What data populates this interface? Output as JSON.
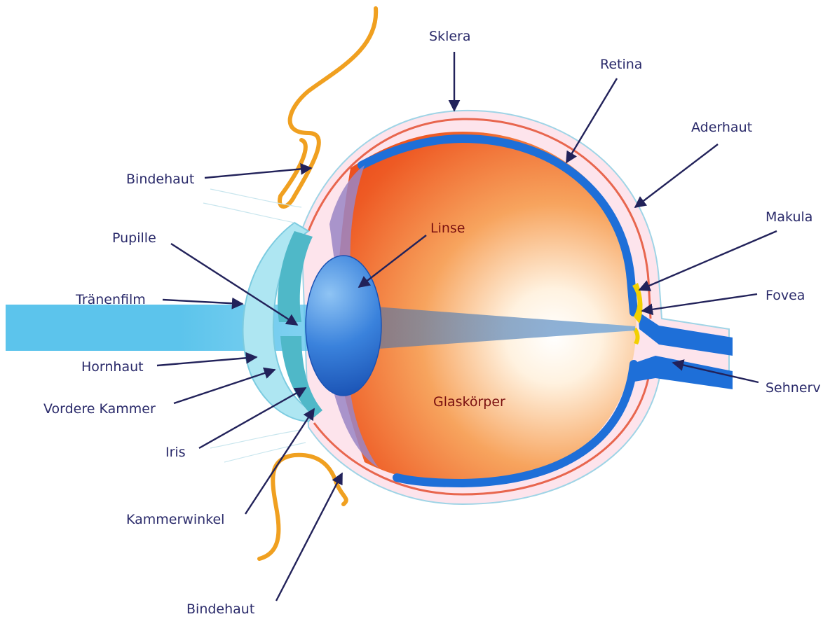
{
  "colors": {
    "label_text": "#2a2a6a",
    "inner_label_text": "#7a1010",
    "arrow": "#22225a",
    "eyelid": "#f0a020",
    "sclera": "#9fd4e6",
    "choroid": "#e8664e",
    "retina": "#1e6fd8",
    "vitreous_inner": "#ffffff",
    "vitreous_outer": "#ec4a1e",
    "lens": "#2f73d4",
    "cornea": "#aee6f2",
    "iris": "#4fb8c8",
    "ciliary": "#9a86c6",
    "light_beam": "#5cc4ec",
    "macula": "#f2d000"
  },
  "labels": {
    "sklera": "Sklera",
    "retina": "Retina",
    "aderhaut": "Aderhaut",
    "bindehaut_top": "Bindehaut",
    "makula": "Makula",
    "linse": "Linse",
    "pupille": "Pupille",
    "fovea": "Fovea",
    "traenenfilm": "Tränenfilm",
    "hornhaut": "Hornhaut",
    "sehnerv": "Sehnerv",
    "vordere_kammer": "Vordere Kammer",
    "glaskoerper": "Glaskörper",
    "iris": "Iris",
    "kammerwinkel": "Kammerwinkel",
    "bindehaut_bottom": "Bindehaut"
  }
}
